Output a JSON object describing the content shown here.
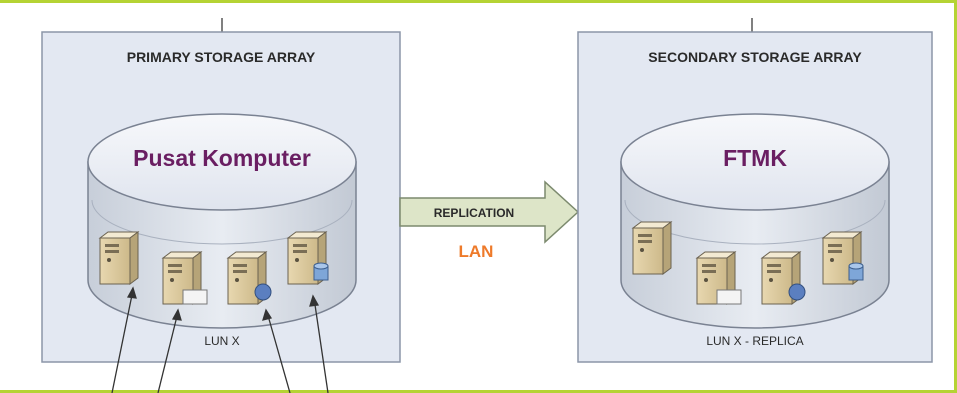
{
  "primary": {
    "title": "PRIMARY STORAGE ARRAY",
    "disk_label": "Pusat Komputer",
    "lun_label": "LUN X"
  },
  "secondary": {
    "title": "SECONDARY STORAGE ARRAY",
    "disk_label": "FTMK",
    "lun_label": "LUN X - REPLICA"
  },
  "link": {
    "arrow_label": "REPLICATION",
    "network_label": "LAN"
  },
  "colors": {
    "frame": "#b5d334",
    "panel_fill": "#e3e8f2",
    "panel_border": "#8c96a8",
    "disk_title": "#6a1e62",
    "network": "#ee7a2a",
    "arrow_fill": "#dde5c8",
    "arrow_stroke": "#7c8a6e"
  },
  "icons": {
    "server": "server-icon",
    "server_with_card": "server-card-icon",
    "server_with_globe": "server-globe-icon",
    "server_with_database": "server-database-icon"
  }
}
